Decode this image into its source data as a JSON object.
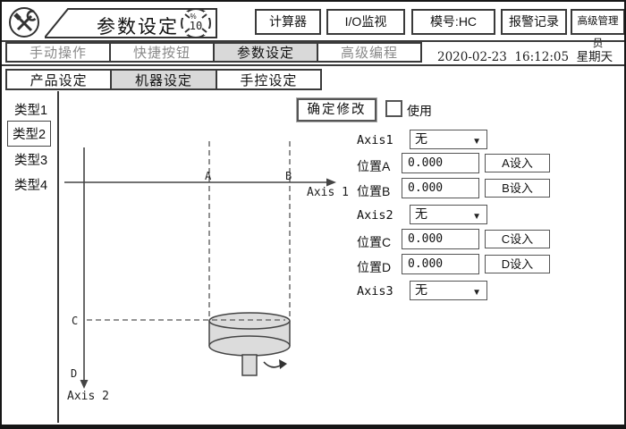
{
  "header": {
    "title": "参数设定",
    "gauge": {
      "percent": "%",
      "value": "10"
    },
    "buttons": {
      "calculator": "计算器",
      "io_monitor": "I/O监视",
      "model_code": "模号:HC",
      "alarm_log": "报警记录",
      "user_level": "高级管理员"
    }
  },
  "datetime": "2020-02-23  16:12:05  星期天",
  "main_tabs": [
    {
      "label": "手动操作",
      "selected": false
    },
    {
      "label": "快捷按钮",
      "selected": false
    },
    {
      "label": "参数设定",
      "selected": true
    },
    {
      "label": "高级编程",
      "selected": false
    }
  ],
  "sub_tabs": [
    {
      "label": "产品设定",
      "selected": false
    },
    {
      "label": "机器设定",
      "selected": true
    },
    {
      "label": "手控设定",
      "selected": false
    }
  ],
  "sidebar": {
    "items": [
      {
        "label": "类型1",
        "selected": false
      },
      {
        "label": "类型2",
        "selected": true
      },
      {
        "label": "类型3",
        "selected": false
      },
      {
        "label": "类型4",
        "selected": false
      }
    ]
  },
  "panel": {
    "confirm_button": "确定修改",
    "use_label": "使用",
    "use_checked": false,
    "axis1": {
      "label": "Axis1",
      "value": "无"
    },
    "pos_a": {
      "label": "位置A",
      "value": "0.000",
      "button": "A设入"
    },
    "pos_b": {
      "label": "位置B",
      "value": "0.000",
      "button": "B设入"
    },
    "axis2": {
      "label": "Axis2",
      "value": "无"
    },
    "pos_c": {
      "label": "位置C",
      "value": "0.000",
      "button": "C设入"
    },
    "pos_d": {
      "label": "位置D",
      "value": "0.000",
      "button": "D设入"
    },
    "axis3": {
      "label": "Axis3",
      "value": "无"
    }
  },
  "diagram": {
    "axis1_label": "Axis 1",
    "axis2_label": "Axis 2",
    "marker_a": "A",
    "marker_b": "B",
    "marker_c": "C",
    "marker_d": "D"
  },
  "icons": {
    "dropdown_arrow": "▼"
  },
  "colors": {
    "selected_tab_bg": "#d9d9d9",
    "border": "#3a3a3a",
    "disabled_text": "#8a8a8a",
    "diagram_fill": "#dcdcdc"
  }
}
